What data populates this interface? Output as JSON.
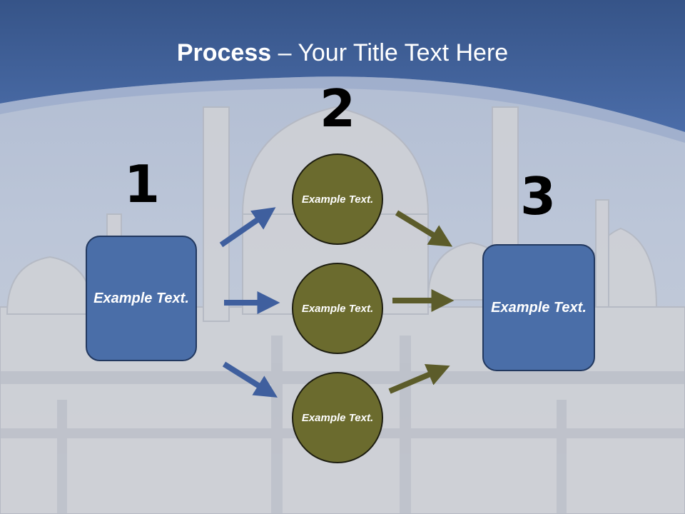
{
  "slide": {
    "title_bold": "Process",
    "title_rest": " – Your Title Text Here"
  },
  "steps": {
    "one": {
      "number": "1",
      "label": "Example Text."
    },
    "two": {
      "number": "2"
    },
    "three": {
      "number": "3",
      "label": "Example Text."
    }
  },
  "circles": [
    {
      "label": "Example Text."
    },
    {
      "label": "Example Text."
    },
    {
      "label": "Example Text."
    }
  ],
  "colors": {
    "header_blue": "#4566a3",
    "box_blue": "#4a6ea8",
    "circle_olive": "#6b6b2e",
    "arrow_blue": "#3f5f9e",
    "arrow_olive": "#5c5c2a"
  }
}
